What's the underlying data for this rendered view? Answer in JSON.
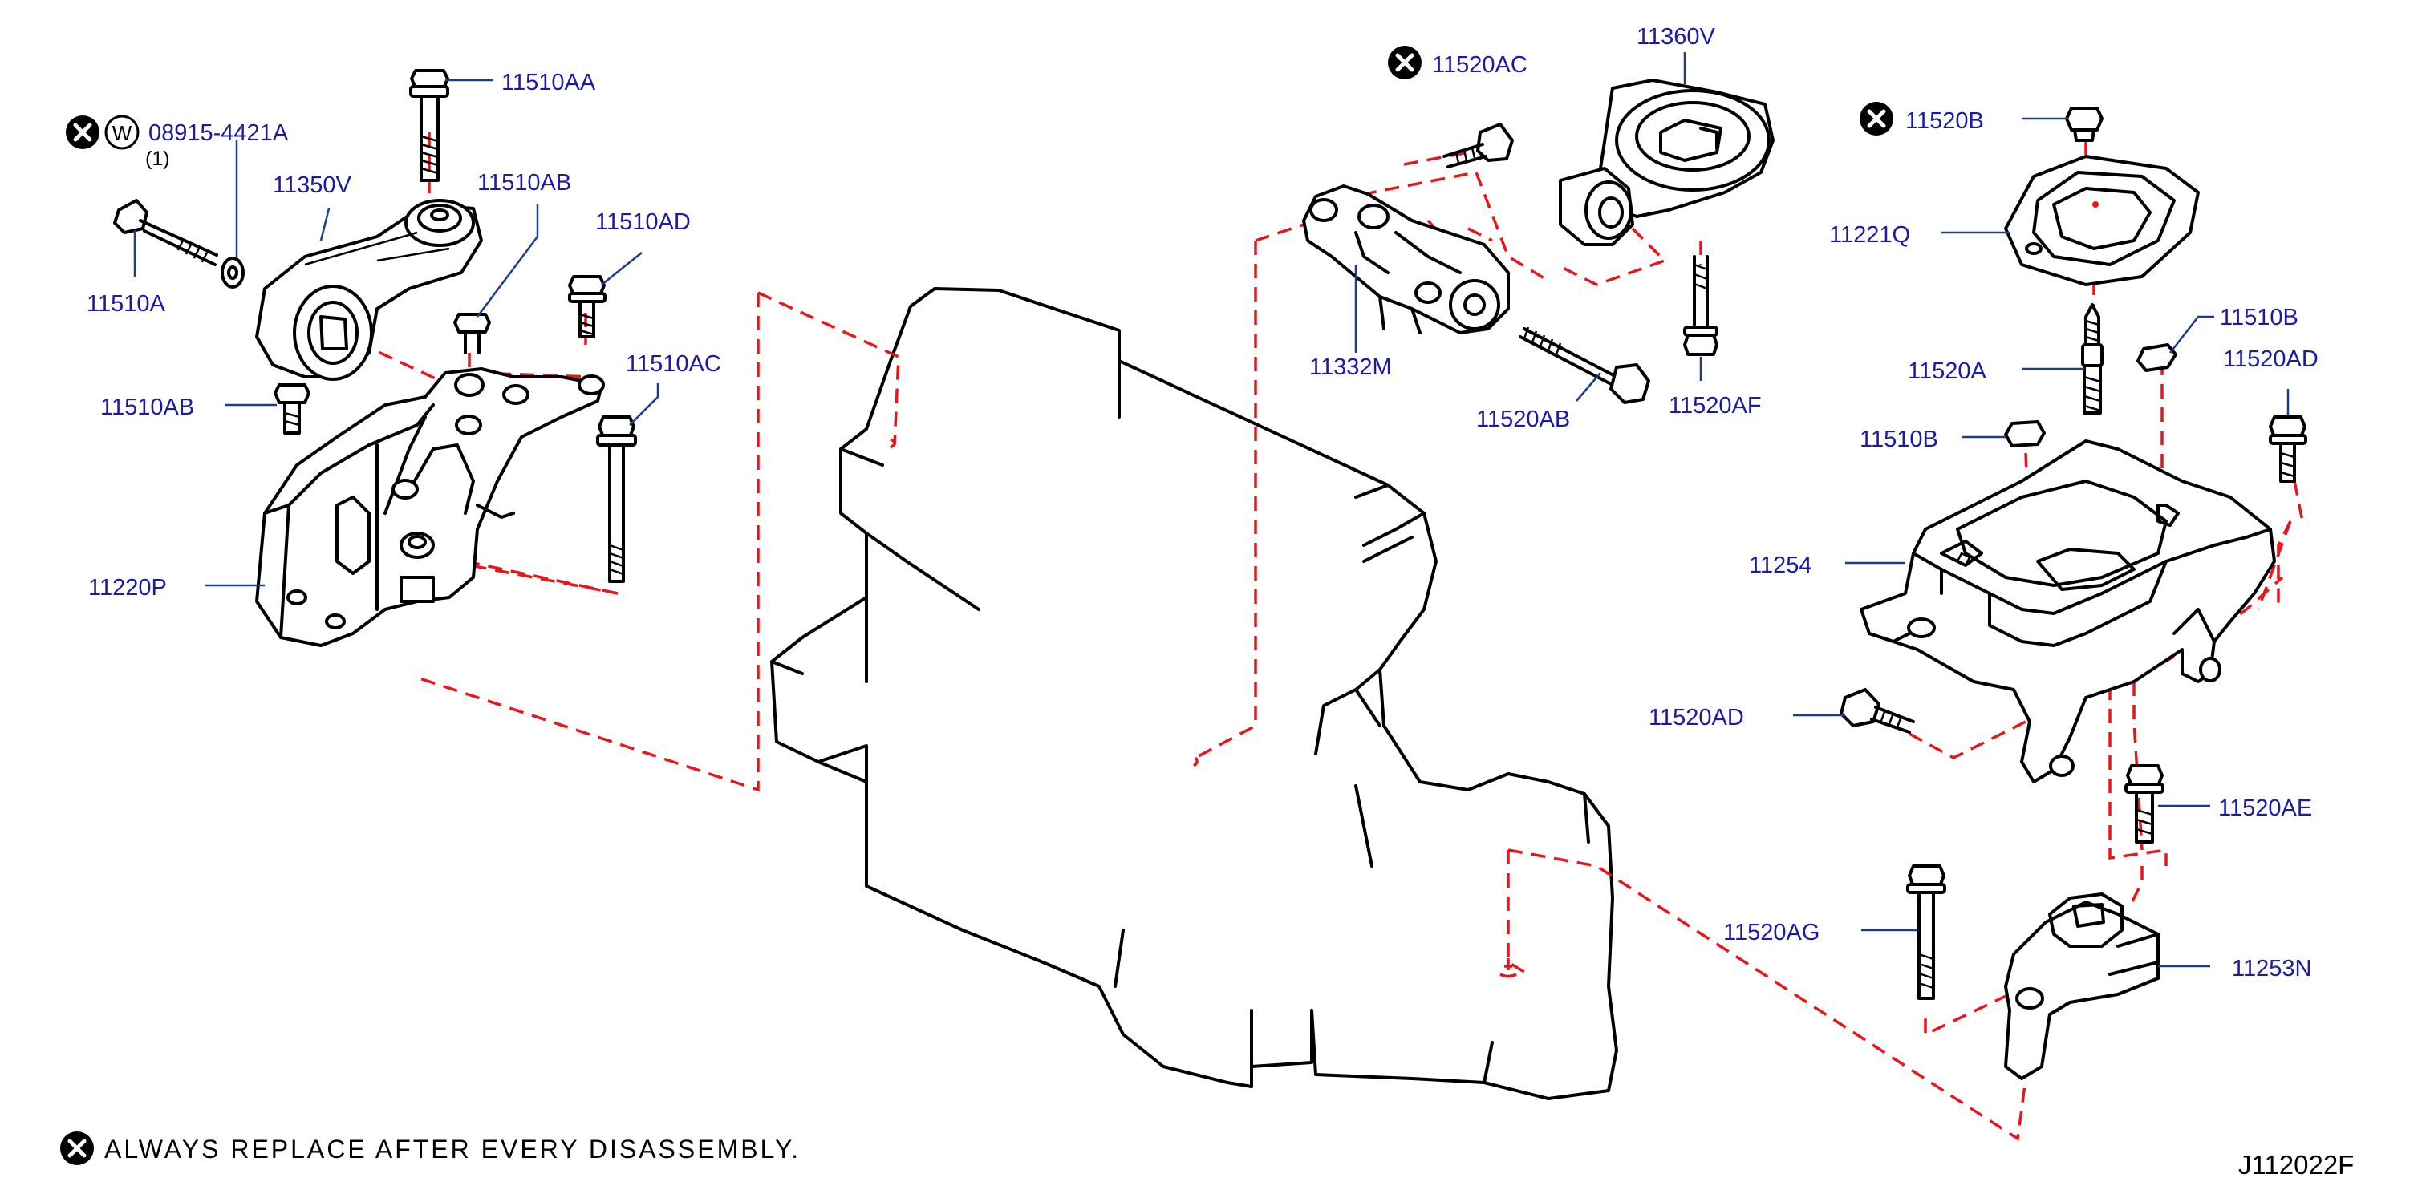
{
  "colors": {
    "label": "#1a1aa6",
    "leader": "#1a3c8c",
    "red": "#e8151b",
    "line": "#000000"
  },
  "icons": {
    "replace": "x-circle-icon",
    "washer": "w-circle-icon"
  },
  "parts": {
    "p_11510AA": "11510AA",
    "p_08915": "08915-4421A",
    "p_08915_qty": "(1)",
    "p_11350V": "11350V",
    "p_11510AB_top": "11510AB",
    "p_11510AD_left": "11510AD",
    "p_11510A": "11510A",
    "p_11510AC": "11510AC",
    "p_11510AB_left": "11510AB",
    "p_11220P": "11220P",
    "p_11520AC": "11520AC",
    "p_11360V": "11360V",
    "p_11332M": "11332M",
    "p_11520AB": "11520AB",
    "p_11520AF": "11520AF",
    "p_11520B": "11520B",
    "p_11221Q": "11221Q",
    "p_11510B_right": "11510B",
    "p_11520A": "11520A",
    "p_11520AD_right": "11520AD",
    "p_11510B_left": "11510B",
    "p_11254": "11254",
    "p_11520AD_bottom": "11520AD",
    "p_11520AE": "11520AE",
    "p_11520AG": "11520AG",
    "p_11253N": "11253N"
  },
  "note": "ALWAYS  REPLACE  AFTER  EVERY  DISASSEMBLY.",
  "diagram_id": "J112022F"
}
